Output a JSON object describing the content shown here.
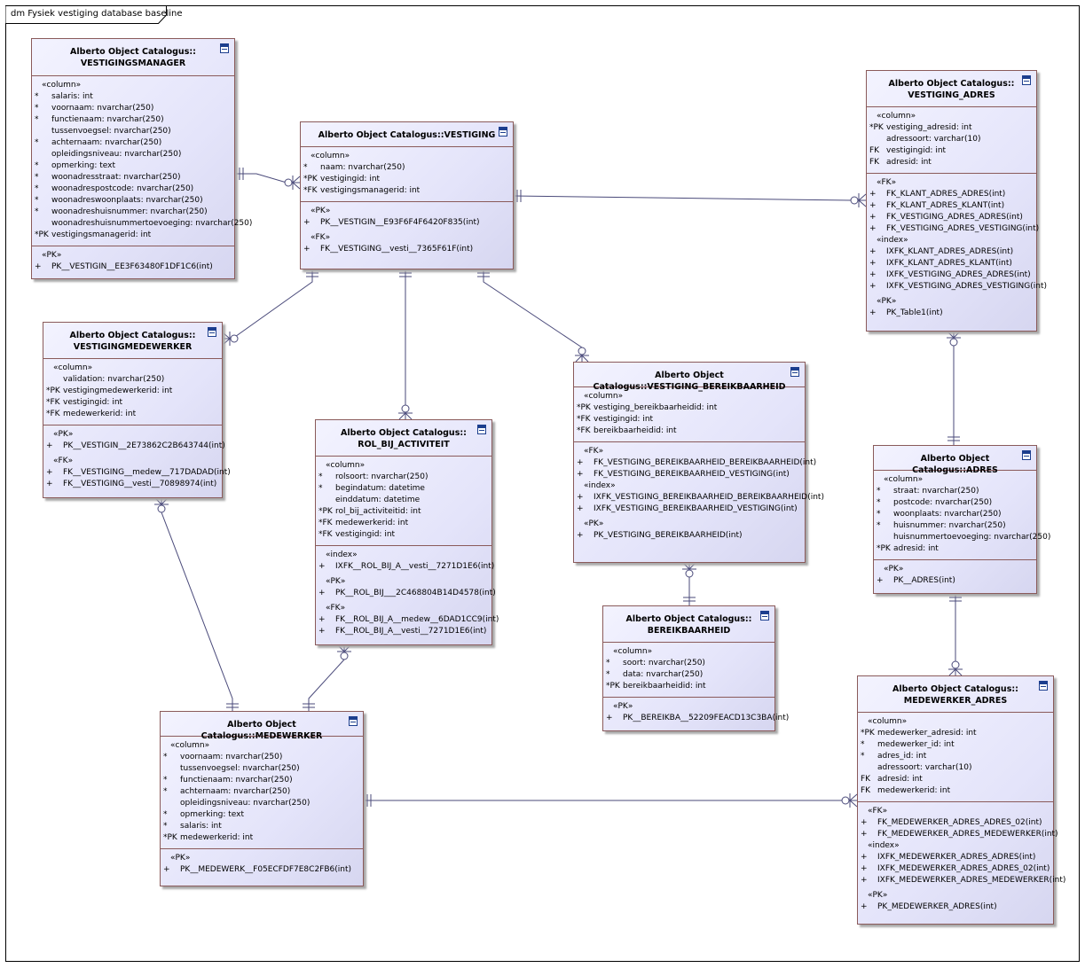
{
  "diagram": {
    "title": "dm Fysiek vestiging database baseline",
    "entities": {
      "vestigingsmanager": {
        "title": [
          "Alberto Object Catalogus::",
          "VESTIGINGSMANAGER"
        ],
        "sections": [
          {
            "stereotype": "«column»",
            "rows": [
              {
                "marker": "*",
                "text": "salaris: int"
              },
              {
                "marker": "*",
                "text": "voornaam: nvarchar(250)"
              },
              {
                "marker": "*",
                "text": "functienaam: nvarchar(250)"
              },
              {
                "marker": "",
                "text": "tussenvoegsel: nvarchar(250)"
              },
              {
                "marker": "*",
                "text": "achternaam: nvarchar(250)"
              },
              {
                "marker": "",
                "text": "opleidingsniveau: nvarchar(250)"
              },
              {
                "marker": "*",
                "text": "opmerking: text"
              },
              {
                "marker": "*",
                "text": "woonadresstraat: nvarchar(250)"
              },
              {
                "marker": "*",
                "text": "woonadrespostcode: nvarchar(250)"
              },
              {
                "marker": "*",
                "text": "woonadreswoonplaats: nvarchar(250)"
              },
              {
                "marker": "*",
                "text": "woonadreshuisnummer: nvarchar(250)"
              },
              {
                "marker": "",
                "text": "woonadreshuisnummertoevoeging: nvarchar(250)"
              },
              {
                "marker": "*PK",
                "text": "vestigingsmanagerid: int"
              }
            ]
          },
          {
            "stereotype": "«PK»",
            "rows": [
              {
                "marker": "+",
                "text": "PK__VESTIGIN__EE3F63480F1DF1C6(int)"
              }
            ]
          }
        ]
      },
      "vestiging": {
        "title": [
          "Alberto Object Catalogus::VESTIGING"
        ],
        "sections": [
          {
            "stereotype": "«column»",
            "rows": [
              {
                "marker": "*",
                "text": "naam: nvarchar(250)"
              },
              {
                "marker": "*PK",
                "text": "vestigingid: int"
              },
              {
                "marker": "*FK",
                "text": "vestigingsmanagerid: int"
              }
            ]
          },
          {
            "stereotype": "«PK»",
            "rows": [
              {
                "marker": "+",
                "text": "PK__VESTIGIN__E93F6F4F6420F835(int)"
              }
            ],
            "extra": {
              "stereotype": "«FK»",
              "rows": [
                {
                  "marker": "+",
                  "text": "FK__VESTIGING__vesti__7365F61F(int)"
                }
              ]
            }
          }
        ]
      },
      "vestiging_adres": {
        "title": [
          "Alberto Object Catalogus::",
          "VESTIGING_ADRES"
        ],
        "sections": [
          {
            "stereotype": "«column»",
            "rows": [
              {
                "marker": "*PK",
                "text": "vestiging_adresid: int"
              },
              {
                "marker": "",
                "text": "adressoort: varchar(10)"
              },
              {
                "marker": "FK",
                "text": "vestigingid: int"
              },
              {
                "marker": "FK",
                "text": "adresid: int"
              }
            ]
          },
          {
            "stereotype": "«FK»",
            "rows": [
              {
                "marker": "+",
                "text": "FK_KLANT_ADRES_ADRES(int)"
              },
              {
                "marker": "+",
                "text": "FK_KLANT_ADRES_KLANT(int)"
              },
              {
                "marker": "+",
                "text": "FK_VESTIGING_ADRES_ADRES(int)"
              },
              {
                "marker": "+",
                "text": "FK_VESTIGING_ADRES_VESTIGING(int)"
              }
            ],
            "extra": {
              "stereotype": "«index»",
              "rows": [
                {
                  "marker": "+",
                  "text": "IXFK_KLANT_ADRES_ADRES(int)"
                },
                {
                  "marker": "+",
                  "text": "IXFK_KLANT_ADRES_KLANT(int)"
                },
                {
                  "marker": "+",
                  "text": "IXFK_VESTIGING_ADRES_ADRES(int)"
                },
                {
                  "marker": "+",
                  "text": "IXFK_VESTIGING_ADRES_VESTIGING(int)"
                }
              ],
              "extra2": {
                "stereotype": "«PK»",
                "rows": [
                  {
                    "marker": "+",
                    "text": "PK_Table1(int)"
                  }
                ]
              }
            }
          }
        ]
      },
      "vestigingmedewerker": {
        "title": [
          "Alberto Object Catalogus::",
          "VESTIGINGMEDEWERKER"
        ],
        "sections": [
          {
            "stereotype": "«column»",
            "rows": [
              {
                "marker": "",
                "text": "validation: nvarchar(250)"
              },
              {
                "marker": "*PK",
                "text": "vestigingmedewerkerid: int"
              },
              {
                "marker": "*FK",
                "text": "vestigingid: int"
              },
              {
                "marker": "*FK",
                "text": "medewerkerid: int"
              }
            ]
          },
          {
            "stereotype": "«PK»",
            "rows": [
              {
                "marker": "+",
                "text": "PK__VESTIGIN__2E73862C2B643744(int)"
              }
            ],
            "extra": {
              "stereotype": "«FK»",
              "rows": [
                {
                  "marker": "+",
                  "text": "FK__VESTIGING__medew__717DADAD(int)"
                },
                {
                  "marker": "+",
                  "text": "FK__VESTIGING__vesti__70898974(int)"
                }
              ]
            }
          }
        ]
      },
      "rol_bij_activiteit": {
        "title": [
          "Alberto Object Catalogus::",
          "ROL_BIJ_ACTIVITEIT"
        ],
        "sections": [
          {
            "stereotype": "«column»",
            "rows": [
              {
                "marker": "*",
                "text": "rolsoort: nvarchar(250)"
              },
              {
                "marker": "*",
                "text": "begindatum: datetime"
              },
              {
                "marker": "",
                "text": "einddatum: datetime"
              },
              {
                "marker": "*PK",
                "text": "rol_bij_activiteitid: int"
              },
              {
                "marker": "*FK",
                "text": "medewerkerid: int"
              },
              {
                "marker": "*FK",
                "text": "vestigingid: int"
              }
            ]
          },
          {
            "stereotype": "«index»",
            "rows": [
              {
                "marker": "+",
                "text": "IXFK__ROL_BIJ_A__vesti__7271D1E6(int)"
              }
            ],
            "extra": {
              "stereotype": "«PK»",
              "rows": [
                {
                  "marker": "+",
                  "text": "PK__ROL_BIJ___2C468804B14D4578(int)"
                }
              ],
              "extra2": {
                "stereotype": "«FK»",
                "rows": [
                  {
                    "marker": "+",
                    "text": "FK__ROL_BIJ_A__medew__6DAD1CC9(int)"
                  },
                  {
                    "marker": "+",
                    "text": "FK__ROL_BIJ_A__vesti__7271D1E6(int)"
                  }
                ]
              }
            }
          }
        ]
      },
      "vestiging_bereikbaarheid": {
        "title": [
          "Alberto Object Catalogus::VESTIGING_BEREIKBAARHEID"
        ],
        "sections": [
          {
            "stereotype": "«column»",
            "rows": [
              {
                "marker": "*PK",
                "text": "vestiging_bereikbaarheidid: int"
              },
              {
                "marker": "*FK",
                "text": "vestigingid: int"
              },
              {
                "marker": "*FK",
                "text": "bereikbaarheidid: int"
              }
            ]
          },
          {
            "stereotype": "«FK»",
            "rows": [
              {
                "marker": "+",
                "text": "FK_VESTIGING_BEREIKBAARHEID_BEREIKBAARHEID(int)"
              },
              {
                "marker": "+",
                "text": "FK_VESTIGING_BEREIKBAARHEID_VESTIGING(int)"
              }
            ],
            "extra": {
              "stereotype": "«index»",
              "rows": [
                {
                  "marker": "+",
                  "text": "IXFK_VESTIGING_BEREIKBAARHEID_BEREIKBAARHEID(int)"
                },
                {
                  "marker": "+",
                  "text": "IXFK_VESTIGING_BEREIKBAARHEID_VESTIGING(int)"
                }
              ],
              "extra2": {
                "stereotype": "«PK»",
                "rows": [
                  {
                    "marker": "+",
                    "text": "PK_VESTIGING_BEREIKBAARHEID(int)"
                  }
                ]
              }
            }
          }
        ]
      },
      "adres": {
        "title": [
          "Alberto Object Catalogus::ADRES"
        ],
        "sections": [
          {
            "stereotype": "«column»",
            "rows": [
              {
                "marker": "*",
                "text": "straat: nvarchar(250)"
              },
              {
                "marker": "*",
                "text": "postcode: nvarchar(250)"
              },
              {
                "marker": "*",
                "text": "woonplaats: nvarchar(250)"
              },
              {
                "marker": "*",
                "text": "huisnummer: nvarchar(250)"
              },
              {
                "marker": "",
                "text": "huisnummertoevoeging: nvarchar(250)"
              },
              {
                "marker": "*PK",
                "text": "adresid: int"
              }
            ]
          },
          {
            "stereotype": "«PK»",
            "rows": [
              {
                "marker": "+",
                "text": "PK__ADRES(int)"
              }
            ]
          }
        ]
      },
      "bereikbaarheid": {
        "title": [
          "Alberto Object Catalogus::",
          "BEREIKBAARHEID"
        ],
        "sections": [
          {
            "stereotype": "«column»",
            "rows": [
              {
                "marker": "*",
                "text": "soort: nvarchar(250)"
              },
              {
                "marker": "*",
                "text": "data: nvarchar(250)"
              },
              {
                "marker": "*PK",
                "text": "bereikbaarheidid: int"
              }
            ]
          },
          {
            "stereotype": "«PK»",
            "rows": [
              {
                "marker": "+",
                "text": "PK__BEREIKBA__52209FEACD13C3BA(int)"
              }
            ]
          }
        ]
      },
      "medewerker": {
        "title": [
          "Alberto Object Catalogus::MEDEWERKER"
        ],
        "sections": [
          {
            "stereotype": "«column»",
            "rows": [
              {
                "marker": "*",
                "text": "voornaam: nvarchar(250)"
              },
              {
                "marker": "",
                "text": "tussenvoegsel: nvarchar(250)"
              },
              {
                "marker": "*",
                "text": "functienaam: nvarchar(250)"
              },
              {
                "marker": "*",
                "text": "achternaam: nvarchar(250)"
              },
              {
                "marker": "",
                "text": "opleidingsniveau: nvarchar(250)"
              },
              {
                "marker": "*",
                "text": "opmerking: text"
              },
              {
                "marker": "*",
                "text": "salaris: int"
              },
              {
                "marker": "*PK",
                "text": "medewerkerid: int"
              }
            ]
          },
          {
            "stereotype": "«PK»",
            "rows": [
              {
                "marker": "+",
                "text": "PK__MEDEWERK__F05ECFDF7E8C2FB6(int)"
              }
            ]
          }
        ]
      },
      "medewerker_adres": {
        "title": [
          "Alberto Object Catalogus::",
          "MEDEWERKER_ADRES"
        ],
        "sections": [
          {
            "stereotype": "«column»",
            "rows": [
              {
                "marker": "*PK",
                "text": "medewerker_adresid: int"
              },
              {
                "marker": "*",
                "text": "medewerker_id: int"
              },
              {
                "marker": "*",
                "text": "adres_id: int"
              },
              {
                "marker": "",
                "text": "adressoort: varchar(10)"
              },
              {
                "marker": "FK",
                "text": "adresid: int"
              },
              {
                "marker": "FK",
                "text": "medewerkerid: int"
              }
            ]
          },
          {
            "stereotype": "«FK»",
            "rows": [
              {
                "marker": "+",
                "text": "FK_MEDEWERKER_ADRES_ADRES_02(int)"
              },
              {
                "marker": "+",
                "text": "FK_MEDEWERKER_ADRES_MEDEWERKER(int)"
              }
            ],
            "extra": {
              "stereotype": "«index»",
              "rows": [
                {
                  "marker": "+",
                  "text": "IXFK_MEDEWERKER_ADRES_ADRES(int)"
                },
                {
                  "marker": "+",
                  "text": "IXFK_MEDEWERKER_ADRES_ADRES_02(int)"
                },
                {
                  "marker": "+",
                  "text": "IXFK_MEDEWERKER_ADRES_MEDEWERKER(int)"
                }
              ],
              "extra2": {
                "stereotype": "«PK»",
                "rows": [
                  {
                    "marker": "+",
                    "text": "PK_MEDEWERKER_ADRES(int)"
                  }
                ]
              }
            }
          }
        ]
      }
    }
  }
}
